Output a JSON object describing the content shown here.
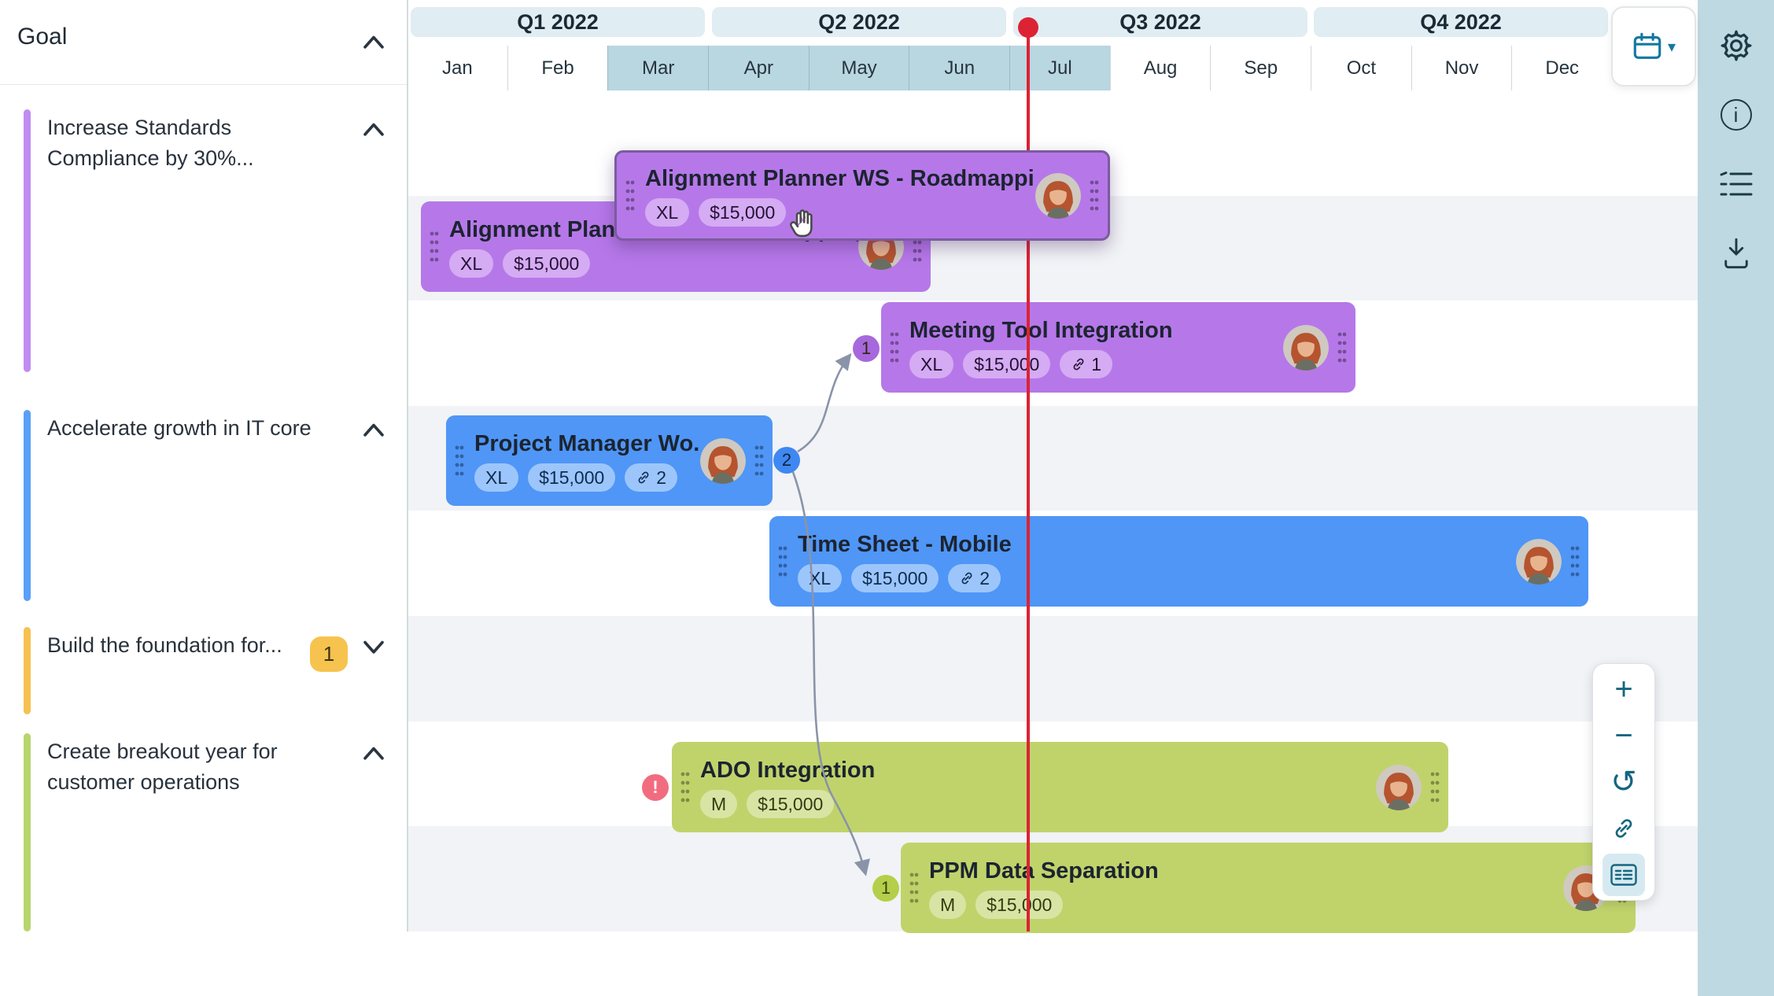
{
  "sidebar": {
    "title": "Goal",
    "goals": [
      {
        "label": "Increase Standards Compliance by 30%...",
        "color": "#c18cf0"
      },
      {
        "label": "Accelerate growth in IT core",
        "color": "#58a0f8"
      },
      {
        "label": "Build the foundation for...",
        "color": "#f6c150",
        "badge": "1"
      },
      {
        "label": "Create breakout year for customer operations",
        "color": "#b8d56e"
      }
    ]
  },
  "timeline": {
    "quarters": [
      "Q1 2022",
      "Q2 2022",
      "Q3 2022",
      "Q4 2022"
    ],
    "months": [
      "Jan",
      "Feb",
      "Mar",
      "Apr",
      "May",
      "Jun",
      "Jul",
      "Aug",
      "Sep",
      "Oct",
      "Nov",
      "Dec"
    ],
    "highlighted_months": [
      "Mar",
      "Apr",
      "May",
      "Jun",
      "Jul"
    ]
  },
  "bars": [
    {
      "title": "Alignment Planner WS - Roadmapping",
      "size": "XL",
      "cost": "$15,000",
      "color": "purple",
      "state": "dragging"
    },
    {
      "title": "Alignment Planner WS - Roadmapping",
      "size": "XL",
      "cost": "$15,000",
      "color": "purple"
    },
    {
      "title": "Meeting Tool Integration",
      "size": "XL",
      "cost": "$15,000",
      "links": "1",
      "marker": "1",
      "color": "purple"
    },
    {
      "title": "Project Manager Wo.",
      "size": "XL",
      "cost": "$15,000",
      "links": "2",
      "marker": "2",
      "color": "blue"
    },
    {
      "title": "Time Sheet - Mobile",
      "size": "XL",
      "cost": "$15,000",
      "links": "2",
      "color": "blue"
    },
    {
      "title": "ADO Integration",
      "size": "M",
      "cost": "$15,000",
      "alert": "!",
      "color": "green"
    },
    {
      "title": "PPM Data Separation",
      "size": "M",
      "cost": "$15,000",
      "marker": "1",
      "color": "green"
    }
  ],
  "right_rail": {
    "icons": [
      "settings",
      "info",
      "legend-list",
      "download"
    ]
  },
  "zoom_toolbar": {
    "icons": [
      "zoom-in",
      "zoom-out",
      "undo",
      "link",
      "item-details"
    ],
    "active": "item-details",
    "zoom_in_label": "+",
    "zoom_out_label": "−",
    "undo_label": "↺"
  },
  "header_button": {
    "icon": "calendar",
    "caret": "▾"
  },
  "colors": {
    "purple_bar": "#b678e9",
    "blue_bar": "#4f96f7",
    "green_bar": "#c0d36b",
    "today_line": "#dc2334",
    "month_highlight": "#b9d7e1",
    "rail_bg": "#bed9e2",
    "goal_purple": "#c18cf0",
    "goal_blue": "#58a0f8",
    "goal_orange": "#f6c150",
    "goal_green": "#b8d56e"
  }
}
